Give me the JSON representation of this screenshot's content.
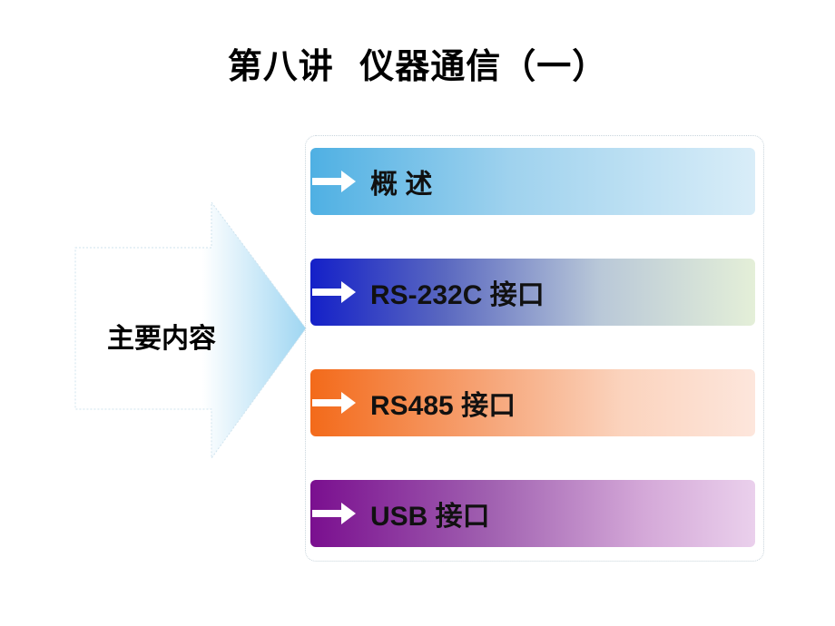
{
  "slide": {
    "title": "第八讲  仪器通信（一）",
    "main_label": "主要内容",
    "items": [
      {
        "label": "概 述"
      },
      {
        "label": "RS-232C 接口"
      },
      {
        "label": "RS485 接口"
      },
      {
        "label": "USB 接口"
      }
    ]
  },
  "icons": {
    "item_marker": "right-arrow-icon",
    "main_shape": "block-arrow-right"
  },
  "colors": {
    "item_1": "#4fb0e3",
    "item_2": "#1420c8",
    "item_3": "#f36a1a",
    "item_4": "#7a0f8f",
    "big_arrow": "#9fd6f2"
  }
}
